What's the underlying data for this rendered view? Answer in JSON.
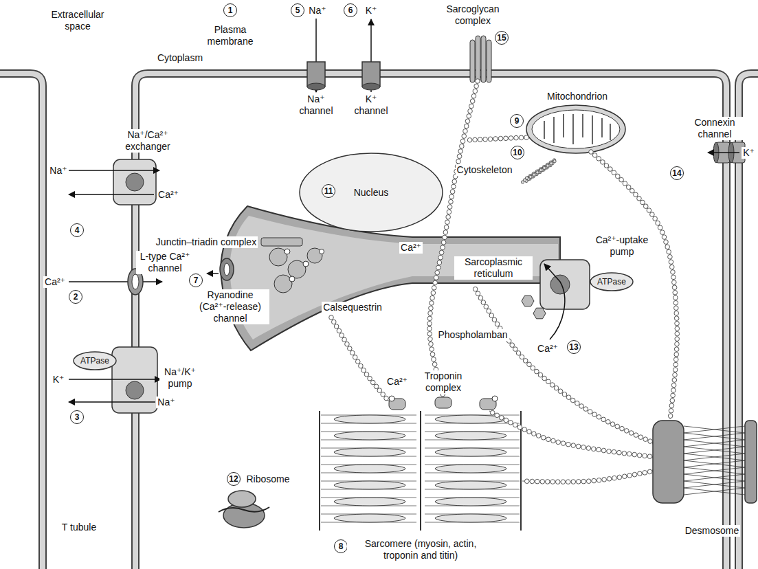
{
  "diagram": {
    "nodes": [
      {
        "text": [
          "Nucleus"
        ]
      },
      {
        "text": [
          "ATPase"
        ]
      },
      {
        "text": [
          "ATPase"
        ]
      }
    ],
    "labels": [
      "Extracellular space",
      "1",
      "Plasma membrane",
      "Cytoplasm",
      "5",
      "Na⁺",
      "6",
      "K⁺",
      "Sarcoglycan complex",
      "15",
      "Na⁺ channel",
      "K⁺ channel",
      "Mitochondrion",
      "9",
      "11",
      "10",
      "Cytoskeleton",
      "Connexin channel",
      "K⁺",
      "14",
      "Na⁺/Ca²⁺ exchanger",
      "Na⁺",
      "Ca²⁺",
      "4",
      "L-type Ca²⁺ channel",
      "Ca²⁺",
      "2",
      "Na⁺/K⁺ pump",
      "K⁺",
      "Na⁺",
      "3",
      "Junctin–triadin complex",
      "Ca²⁺",
      "7",
      "Ryanodine (Ca²⁺-release) channel",
      "Calsequestrin",
      "Sarcoplasmic reticulum",
      "Ca²⁺-uptake pump",
      "Phospholamban",
      "Ca²⁺",
      "13",
      "Ca²⁺",
      "Troponin complex",
      "12",
      "Ribosome",
      "T tubule",
      "Desmosome",
      "8",
      "Sarcomere (myosin, actin, troponin and titin)"
    ]
  }
}
